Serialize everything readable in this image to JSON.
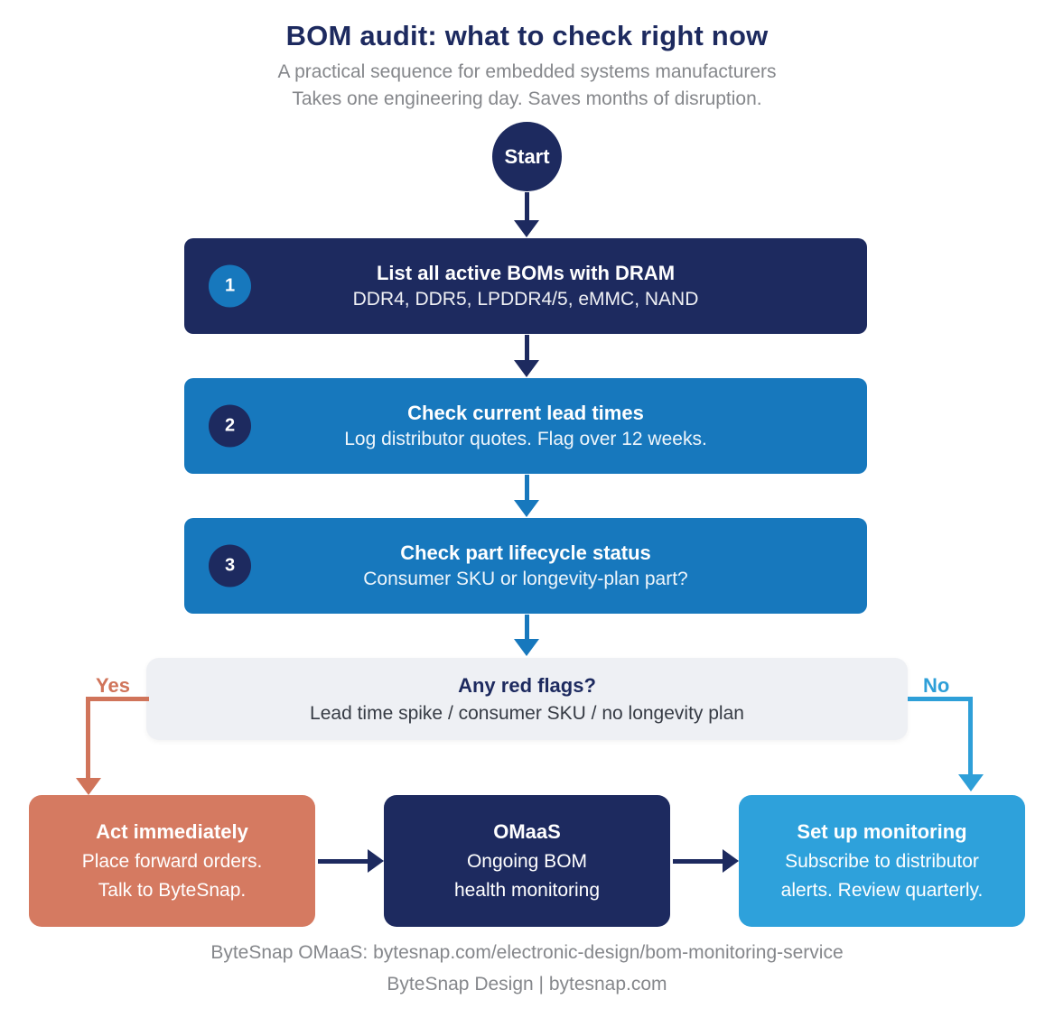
{
  "header": {
    "title": "BOM audit: what to check right now",
    "subtitle_line1": "A practical sequence for embedded systems manufacturers",
    "subtitle_line2": "Takes one engineering day. Saves months of disruption."
  },
  "flow": {
    "start_label": "Start",
    "steps": [
      {
        "number": "1",
        "title": "List all active BOMs with DRAM",
        "subtitle": "DDR4, DDR5, LPDDR4/5, eMMC, NAND"
      },
      {
        "number": "2",
        "title": "Check current lead times",
        "subtitle": "Log distributor quotes. Flag over 12 weeks."
      },
      {
        "number": "3",
        "title": "Check part lifecycle status",
        "subtitle": "Consumer SKU or longevity-plan part?"
      }
    ],
    "decision": {
      "title": "Any red flags?",
      "subtitle": "Lead time spike / consumer SKU / no longevity plan",
      "yes_label": "Yes",
      "no_label": "No"
    },
    "outcomes": [
      {
        "title": "Act immediately",
        "line1": "Place forward orders.",
        "line2": "Talk to ByteSnap."
      },
      {
        "title": "OMaaS",
        "line1": "Ongoing BOM",
        "line2": "health monitoring"
      },
      {
        "title": "Set up monitoring",
        "line1": "Subscribe to distributor",
        "line2": "alerts. Review quarterly."
      }
    ]
  },
  "footer": {
    "line1": "ByteSnap OMaaS: bytesnap.com/electronic-design/bom-monitoring-service",
    "line2": "ByteSnap Design | bytesnap.com"
  },
  "colors": {
    "navy": "#1d2a5f",
    "blue": "#1778bd",
    "light_blue": "#2ea1db",
    "salmon": "#d57a61",
    "yes_arrow": "#d0745a",
    "no_arrow": "#2e9fd8",
    "decision_bg": "#eef0f4",
    "text_gray": "#85878b",
    "background": "#ffffff"
  }
}
